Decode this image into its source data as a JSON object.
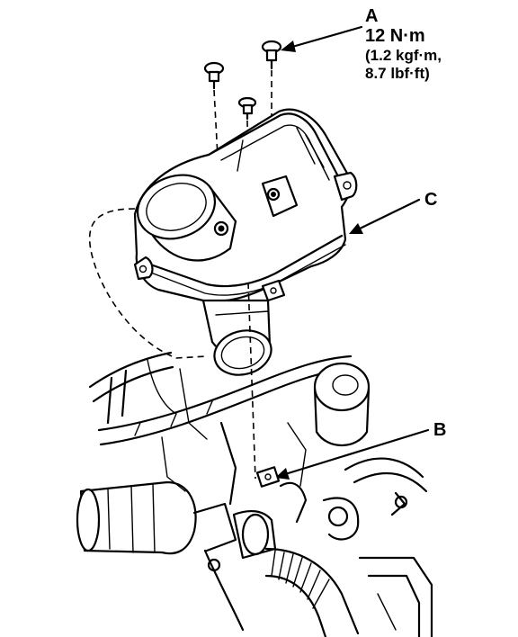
{
  "callouts": {
    "a": {
      "letter": "A",
      "torque_nm": "12 N·m",
      "torque_kgf": "(1.2 kgf·m,",
      "torque_lbf": "8.7 lbf·ft)"
    },
    "b": {
      "letter": "B"
    },
    "c": {
      "letter": "C"
    }
  },
  "colors": {
    "line": "#000000",
    "background": "#ffffff"
  }
}
